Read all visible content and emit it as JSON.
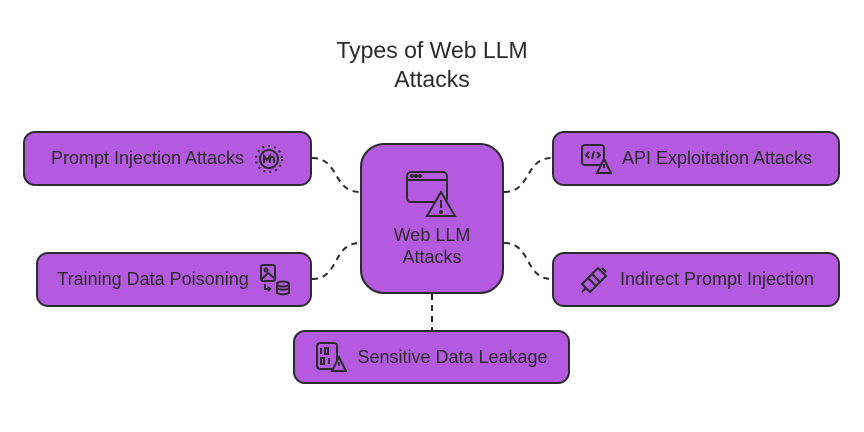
{
  "title": {
    "line1": "Types of Web LLM",
    "line2": "Attacks"
  },
  "center": {
    "line1": "Web LLM",
    "line2": "Attacks",
    "icon": "browser-warning-icon"
  },
  "nodes": {
    "prompt_injection": {
      "label": "Prompt Injection Attacks",
      "icon": "virus-icon"
    },
    "training_data": {
      "label": "Training Data Poisoning",
      "icon": "image-to-database-icon"
    },
    "api_exploitation": {
      "label": "API Exploitation Attacks",
      "icon": "code-warning-icon"
    },
    "indirect_prompt": {
      "label": "Indirect Prompt Injection",
      "icon": "pen-injection-icon"
    },
    "sensitive_data": {
      "label": "Sensitive Data Leakage",
      "icon": "binary-file-warning-icon"
    }
  },
  "colors": {
    "node_fill": "#b45ae0",
    "stroke": "#2b2b2b"
  }
}
